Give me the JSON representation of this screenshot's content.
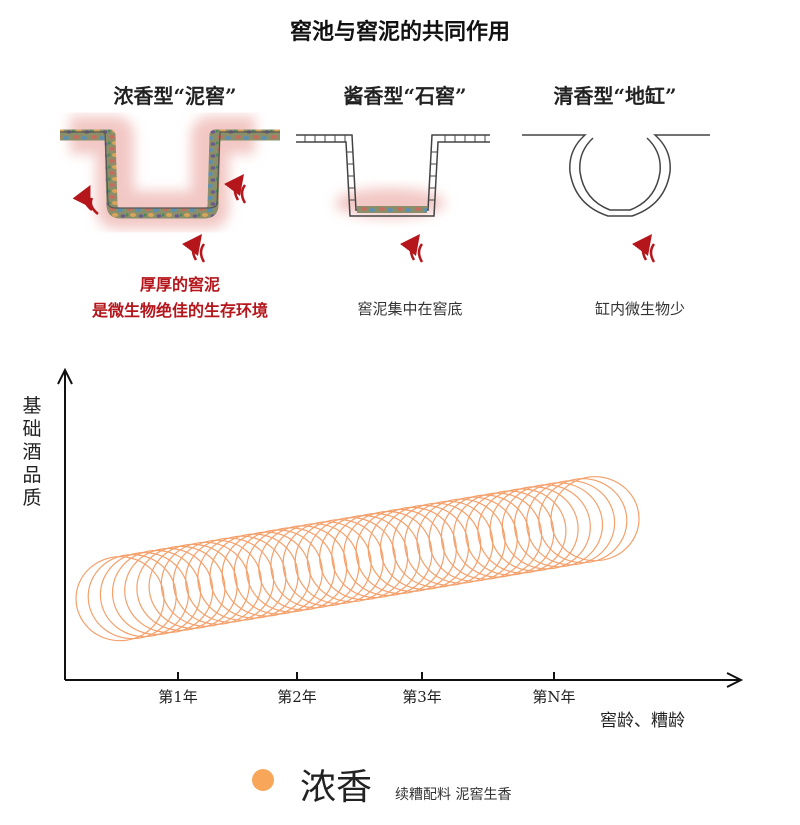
{
  "title": "窖池与窖泥的共同作用",
  "pits": [
    {
      "title": "浓香型“泥窖”",
      "caption_lines": [
        "厚厚的窖泥",
        "是微生物绝佳的生存环境"
      ]
    },
    {
      "title": "酱香型“石窖”",
      "caption": "窖泥集中在窖底"
    },
    {
      "title": "清香型“地缸”",
      "caption": "缸内微生物少"
    }
  ],
  "chart_data": {
    "type": "line",
    "ylabel": "基础酒品质",
    "xlabel": "窖龄、糟龄",
    "categories": [
      "第1年",
      "第2年",
      "第3年",
      "第N年"
    ],
    "series": [
      {
        "name": "浓香",
        "values": [
          1.4,
          1.8,
          2.2,
          2.6
        ],
        "description": "续糟配料 泥窖生香"
      }
    ],
    "colors": {
      "spring": "#f4a06b",
      "legend": "#f7a65a",
      "clay_glow": "#f2c8c5",
      "arrow": "#b5161b"
    },
    "grid": false,
    "legend_position": "bottom"
  }
}
